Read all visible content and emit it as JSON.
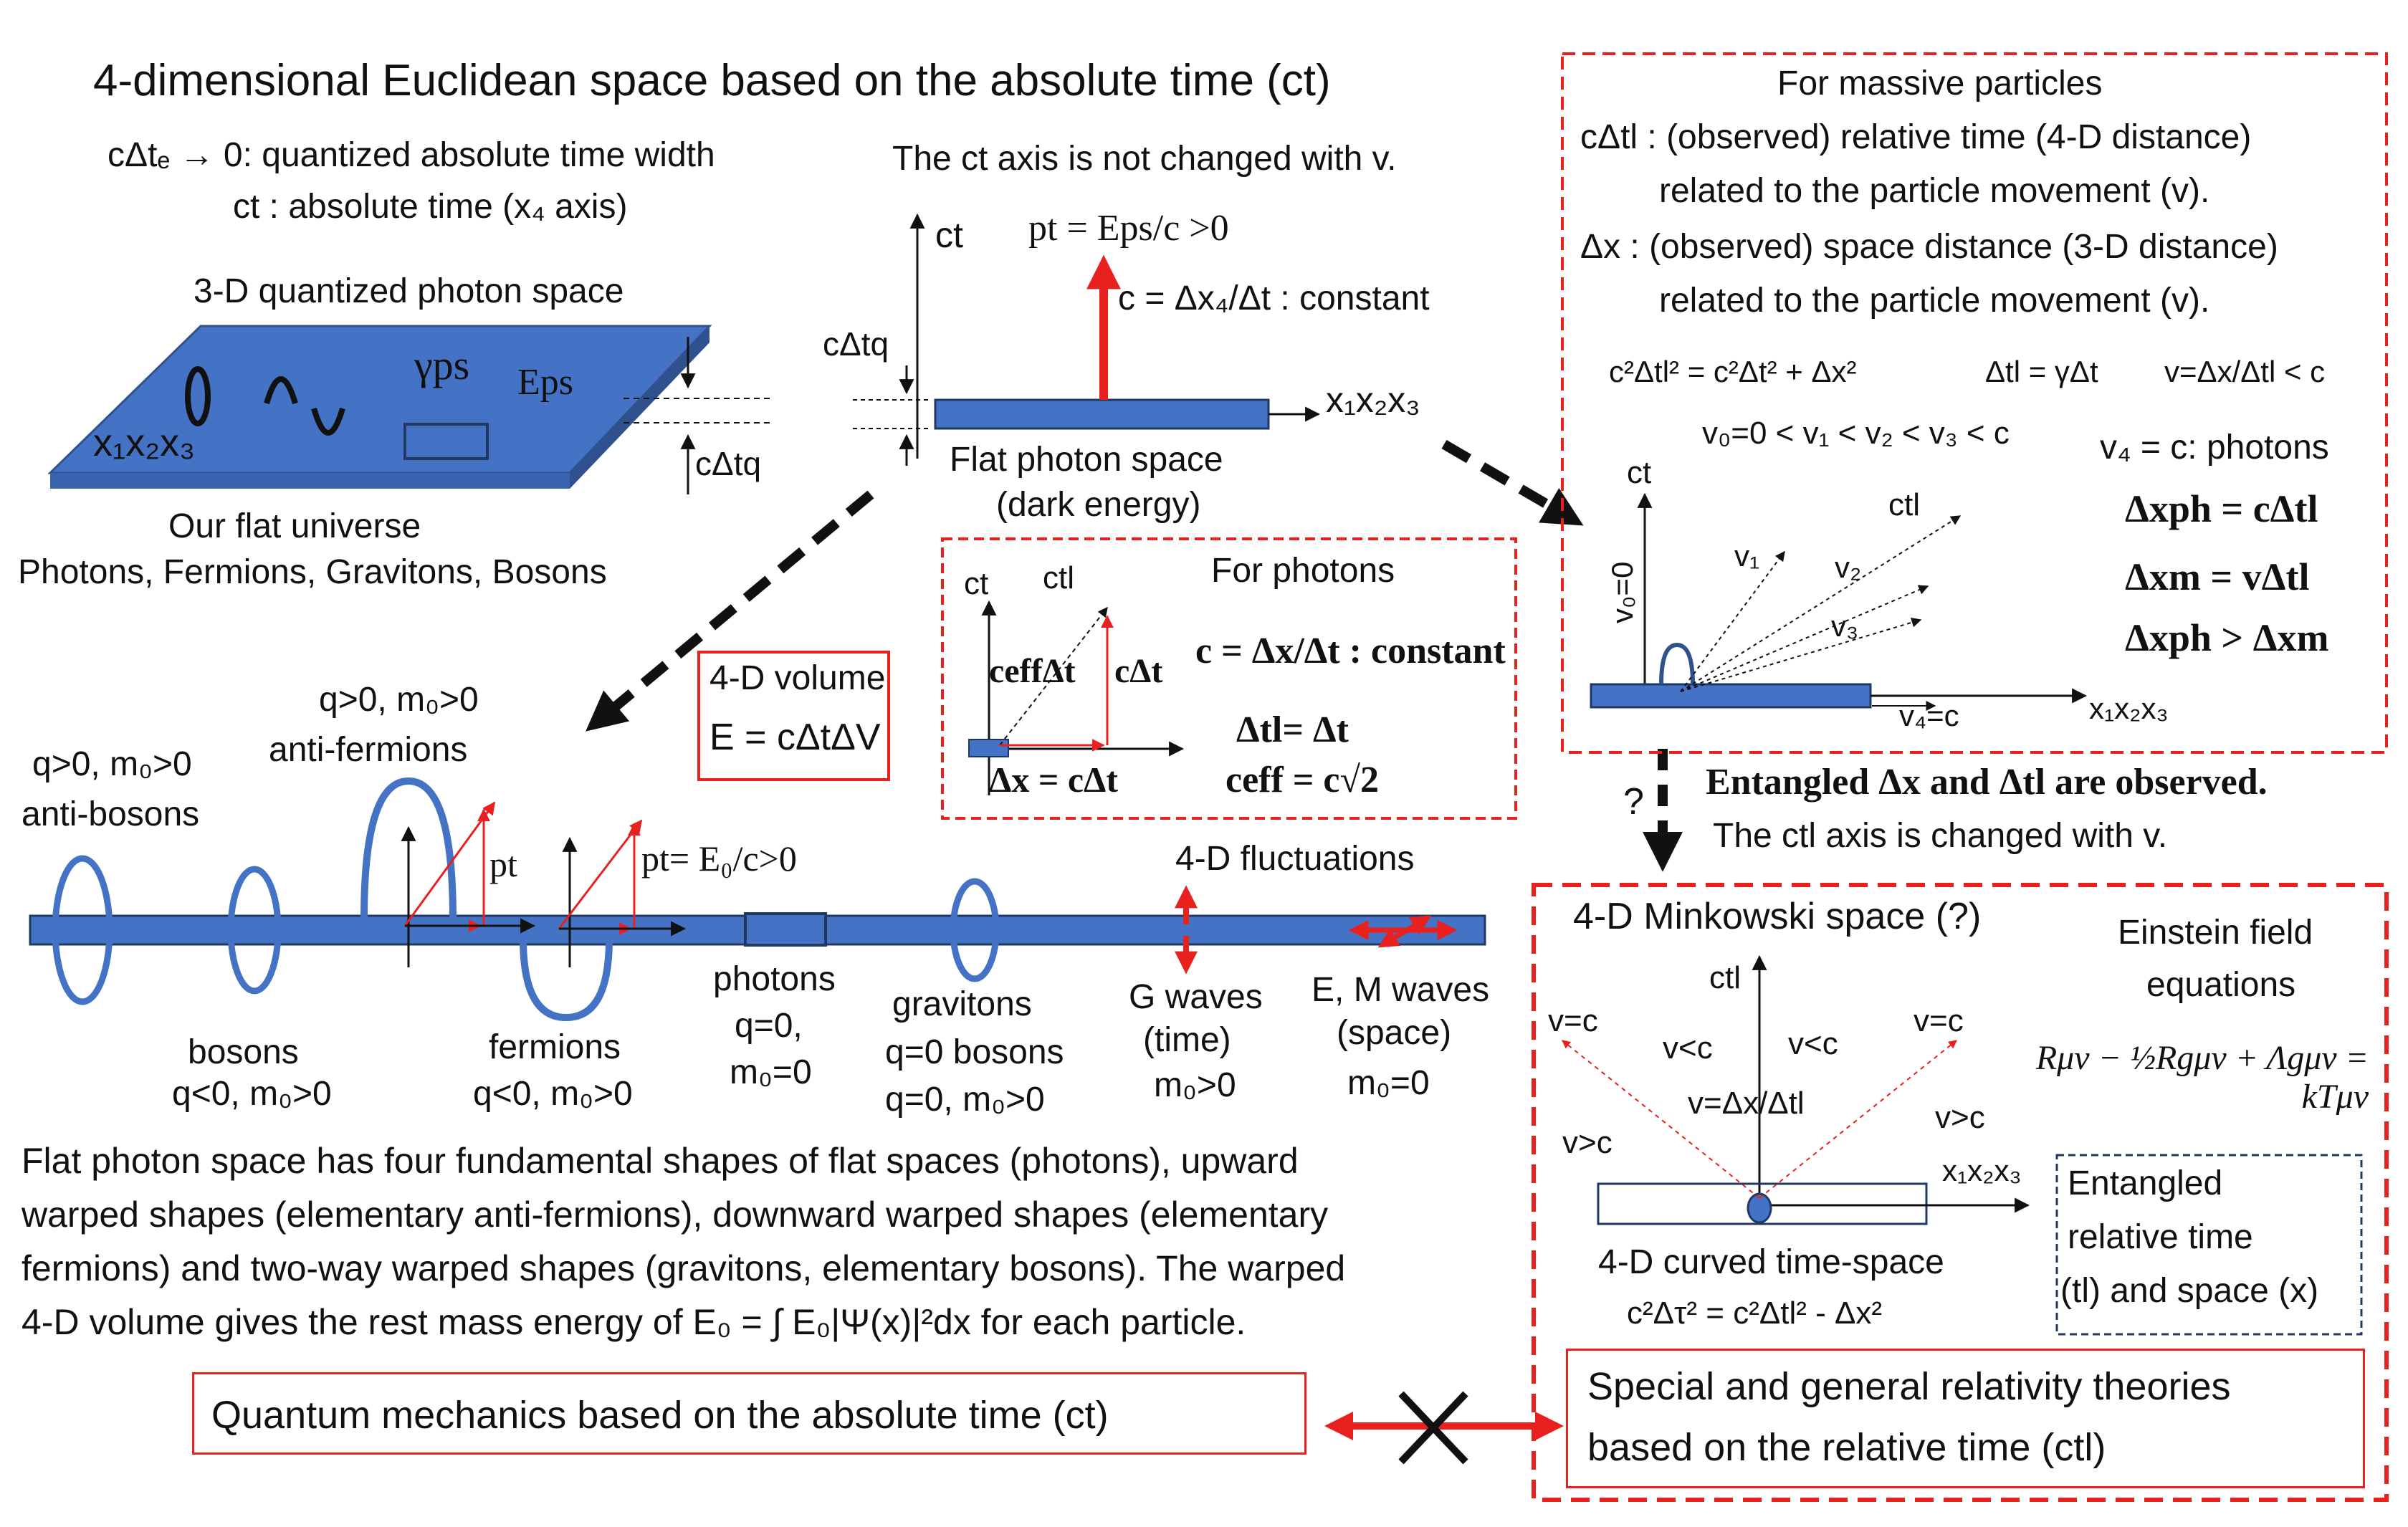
{
  "title": "4-dimensional Euclidean space based on the absolute time (ct)",
  "top_left": {
    "quantized_width": "cΔtₑ → 0: quantized absolute time width",
    "absolute_time": "ct : absolute time (x₄ axis)",
    "photon_space_label": "3-D quantized photon space",
    "gamma_ps": "γps",
    "e_ps": "Eps",
    "x123": "x₁x₂x₃",
    "c_dt_q": "cΔtq",
    "universe_caption": "Our flat universe",
    "particles_caption": "Photons, Fermions, Gravitons, Bosons"
  },
  "top_center": {
    "ct_axis_note": "The ct axis is not changed with v.",
    "ct": "ct",
    "pt": "pt = Eps/c >0",
    "c_const": "c = Δx₄/Δt : constant",
    "c_dt_q": "cΔtq",
    "x123": "x₁x₂x₃",
    "flat_space": "Flat photon space",
    "dark_energy": "(dark energy)"
  },
  "massive_box": {
    "heading": "For massive particles",
    "line1": "cΔtl : (observed) relative time (4-D distance)",
    "line2": "related to the particle movement (v).",
    "line3": "Δx : (observed) space distance (3-D distance)",
    "line4": "related to the particle movement (v).",
    "eq1": "c²Δtl² = c²Δt² + Δx²",
    "eq2": "Δtl = γΔt",
    "eq3": "v=Δx/Δtl < c",
    "v_order": "v₀=0 < v₁ < v₂ < v₃ < c",
    "v4": "v₄ = c: photons",
    "dx_ph": "Δxph = cΔtl",
    "dx_m": "Δxm = vΔtl",
    "dx_cmp": "Δxph > Δxm",
    "ct": "ct",
    "ctl": "ctl",
    "v0": "v₀=0",
    "v1": "v₁",
    "v2": "v₂",
    "v3": "v₃",
    "v4c": "v₄=c",
    "x123": "x₁x₂x₃"
  },
  "entangled_note": {
    "line1": "Entangled Δx and  Δtl are observed.",
    "line2": "The ctl axis is changed with v.",
    "question": "?"
  },
  "volume_box": {
    "label": "4-D volume",
    "energy": "E = cΔtΔV"
  },
  "photon_box": {
    "heading": "For photons",
    "ct": "ct",
    "ctl": "ctl",
    "ceff_dt": "ceffΔt",
    "c_dt": "cΔt",
    "dx_eq": "Δx = cΔt",
    "c_eq": "c = Δx/Δt : constant",
    "dt_eq": "Δtl= Δt",
    "ceff_eq": "ceff = c√2"
  },
  "particles": {
    "anti_bosons_q": "q>0, m₀>0",
    "anti_bosons": "anti-bosons",
    "anti_fermions_q": "q>0, m₀>0",
    "anti_fermions": "anti-fermions",
    "pt": "pt",
    "pt_e0": "pt= E₀/c>0",
    "fluctuations": "4-D fluctuations",
    "bosons": "bosons",
    "bosons_q": "q<0, m₀>0",
    "fermions": "fermions",
    "fermions_q": "q<0, m₀>0",
    "photons": "photons",
    "photons_q": "q=0,",
    "photons_m": "m₀=0",
    "gravitons": "gravitons",
    "gravitons_q1": "q=0 bosons",
    "gravitons_q2": "q=0, m₀>0",
    "g_waves": "G waves",
    "g_waves_time": "(time)",
    "g_waves_m": "m₀>0",
    "em_waves": "E, M waves",
    "em_waves_space": "(space)",
    "em_waves_m": "m₀=0"
  },
  "paragraph": [
    "Flat photon space has four fundamental shapes of flat spaces (photons), upward",
    "warped shapes (elementary anti-fermions), downward warped shapes (elementary",
    "fermions) and two-way warped shapes (gravitons, elementary bosons). The warped",
    "4-D volume gives the rest mass energy of E₀ = ∫ E₀|Ψ(x)|²dx for each particle."
  ],
  "minkowski_box": {
    "heading": "4-D Minkowski  space (?)",
    "ctl": "ctl",
    "v_eq_c_left": "v=c",
    "v_eq_c_right": "v=c",
    "v_lt_c_left": "v<c",
    "v_lt_c_right": "v<c",
    "v_def": "v=Δx/Δtl",
    "v_gt_c_left": "v>c",
    "v_gt_c_right": "v>c",
    "x123": "x₁x₂x₃",
    "curved": "4-D curved time-space",
    "interval": "c²Δτ² = c²Δtl² - Δx²",
    "einstein1": "Einstein field",
    "einstein2": "equations",
    "field_eq": "Rμν − ½Rgμν + Λgμν = kTμν",
    "entangled1": "Entangled",
    "entangled2": "relative time",
    "entangled3": "(tl) and space (x)"
  },
  "bottom": {
    "qm": "Quantum mechanics based on the absolute time (ct)",
    "rel1": "Special and general relativity theories",
    "rel2": "based on the relative time (ctl)"
  },
  "colors": {
    "red": "#e8201e",
    "blue_fill": "#4472c4",
    "blue_stroke": "#2f528f",
    "navy": "#1f3864"
  }
}
